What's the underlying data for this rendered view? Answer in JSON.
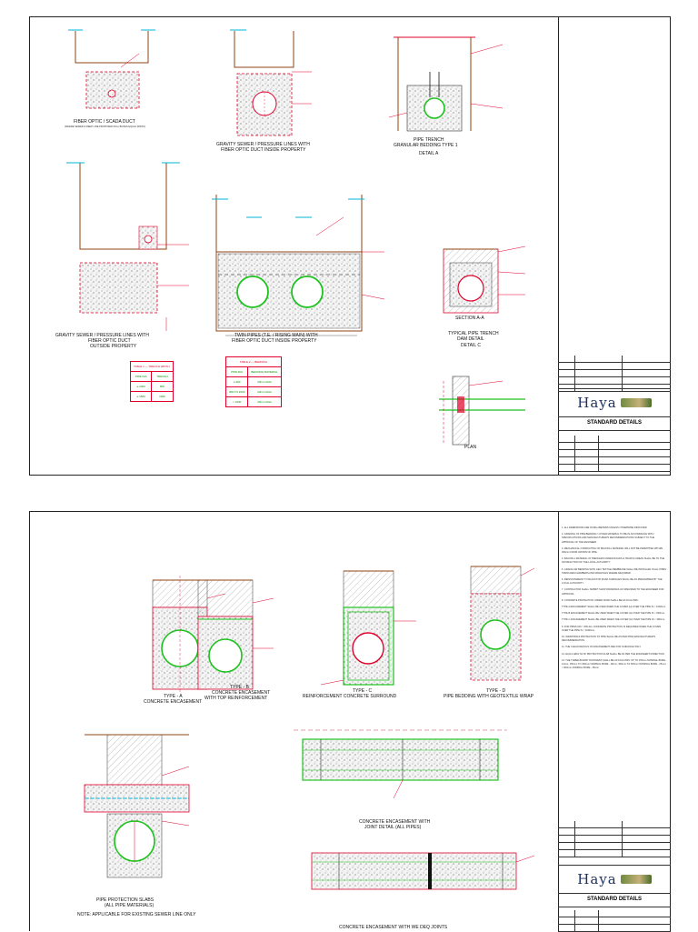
{
  "sheet1": {
    "drawings": {
      "fiber_optic": "FIBER OPTIC / SCADA DUCT",
      "fiber_optic_note": "(WHERE SEWER & DEEP LINE PROPOSED PULL BOXES EQUAL WIDTH)",
      "gravity_inside": "GRAVITY SEWER / PRESSURE LINES WITH",
      "gravity_inside_2": "FIBER OPTIC DUCT INSIDE PROPERTY",
      "pipe_trench": "PIPE TRENCH",
      "pipe_trench_2": "GRANULAR BEDDING TYPE 1",
      "pipe_trench_3": "DETAIL A",
      "gravity_outside": "GRAVITY SEWER / PRESSURE LINES WITH",
      "gravity_outside_2": "FIBER OPTIC DUCT",
      "gravity_outside_3": "OUTSIDE PROPERTY",
      "twin_pipes": "TWIN PIPES (T.E. / RISING MAIN) WITH",
      "twin_pipes_2": "FIBER OPTIC DUCT INSIDE PROPERTY",
      "section": "SECTION A-A",
      "typical_trench": "TYPICAL PIPE TRENCH",
      "typical_trench_2": "DAM DETAIL",
      "typical_trench_3": "DETAIL C",
      "plan": "PLAN"
    },
    "table1": {
      "title": "TABLE 1 — TRENCH WIDTH",
      "rows": [
        [
          "PIPE DIA",
          "TRENCH"
        ],
        [
          "≤ 1000",
          "800"
        ],
        [
          "≤ 1500",
          "1000"
        ]
      ]
    },
    "table2": {
      "title": "TABLE 2 — BEDDING",
      "rows": [
        [
          "PIPE DIA",
          "BEDDING MATERIAL"
        ],
        [
          "≤ 300",
          "20mm AGG"
        ],
        [
          "300 TO 1000",
          "20mm AGG"
        ],
        [
          "> 1000",
          "20mm AGG"
        ]
      ]
    }
  },
  "sheet2": {
    "drawings": {
      "type_a": "TYPE - A",
      "type_a_2": "CONCRETE ENCASEMENT",
      "type_b": "TYPE - B",
      "type_b_2": "CONCRETE ENCASEMENT",
      "type_b_3": "WITH TOP REINFORCEMENT",
      "type_c": "TYPE - C",
      "type_c_2": "REINFORCEMENT CONCRETE SURROUND",
      "type_d": "TYPE - D",
      "type_d_2": "PIPE BEDDING WITH GEOTEXTILE WRAP",
      "slabs": "PIPE PROTECTION SLABS",
      "slabs_2": "(ALL PIPE MATERIALS)",
      "slabs_note": "NOTE: APPLICABLE FOR EXISTING SEWER LINE ONLY",
      "joint": "CONCRETE ENCASEMENT WITH",
      "joint_2": "JOINT DETAIL (ALL PIPES)",
      "joint_bottom": "CONCRETE ENCASEMENT WITH WE DEQ JOINTS"
    },
    "notes": [
      "1. ALL DIMENSIONS ARE IN MILLIMETERS UNLESS OTHERWISE INDICATED.",
      "2. GRADING OF PIPE BEDDING / COVER MATERIAL TO BE IN ACCORDANCE WITH SPECIFICATIONS AND MANUFACTURER'S RECOMMENDATIONS SUBJECT TO THE APPROVAL OF THE ENGINEER.",
      "3. MECHANICAL COMPACTING OF BACKFILL MATERIAL WILL NOT BE PERMITTED WITHIN 300mm FROM CROWN OF PIPE.",
      "4. BACKFILL MATERIAL IN TRENCHES UNDER ROADS & TRAFFIC AREAS SHALL BE TO THE SATISFACTION OF THE LOCAL AUTHORITY.",
      "5. GRANULAR BEDDING WITH GEO TEXTILE MEMBRANE SHALL BE INSTALLED IN ALL PIPES TRENCHES/CHAMBERS AND MANHOLES WHERE REQUIRED.",
      "6. REINSTATEMENT TO BLACKTOP ROAD SURFACES SHALL BE AS PRESCRIBED BY THE LOCAL AUTHORITY.",
      "7. CONTRACTOR SHALL SUBMIT SHOP DRAWINGS AS SPECIFIED TO THE ENGINEER FOR APPROVAL.",
      "8. CONCRETE PROTECTION UNDER ROAD SHALL BE AS FOLLOWS:",
      "TYPE A ENCASEMENT SHALL BE USED WHEN THE COVER (H) OVER THE PIPE IS < 1000mm.",
      "TYPE B ENCASEMENT SHALL BE USED WHEN THE COVER (H) OVER THE PIPE IS < 600mm.",
      "TYPE C ENCASEMENT SHALL BE USED WHEN THE COVER (H) OVER THE PIPE IS < 300mm.",
      "9. FOR PIPES DIA > 600 ALL CONCRETE PROTECTION IS REQUIRED WHEN THE COVER OVER THE PIPE IS < 1000mm.",
      "10. WRAPPINGS PROTECTION TO PIPE SHALL BE AS PER PIPE MANUFACTURER'S RECOMMENDATION.",
      "11. THE CLEAN DETAILS OF ENCASEMENT ARE FOR GUIDANCE ONLY.",
      "12. EACH LENGTH OF PROTECTION SLAB SHALL BE AS PER THE ENGINEER'S DIRECTION.",
      "13. THE THREE BOARD THICKNESS SHALL BE AS FOLLOWS: UP TO 150mm NOMINAL BORE - 12mm; 150mm TO 300mm NOMINAL BORE - 18mm; 300mm TO 600mm NOMINAL BORE - 25mm; > 600mm NOMINAL BORE - 35mm"
    ]
  },
  "titleblock": {
    "logo_text": "Haya",
    "logo_icon": "haya-logo-icon",
    "title": "STANDARD DETAILS"
  },
  "colors": {
    "pipe": "#1ec21e",
    "concrete_outline": "#e0002a",
    "water": "#00b4d8",
    "ground": "#8b4513",
    "frame": "#222222"
  }
}
